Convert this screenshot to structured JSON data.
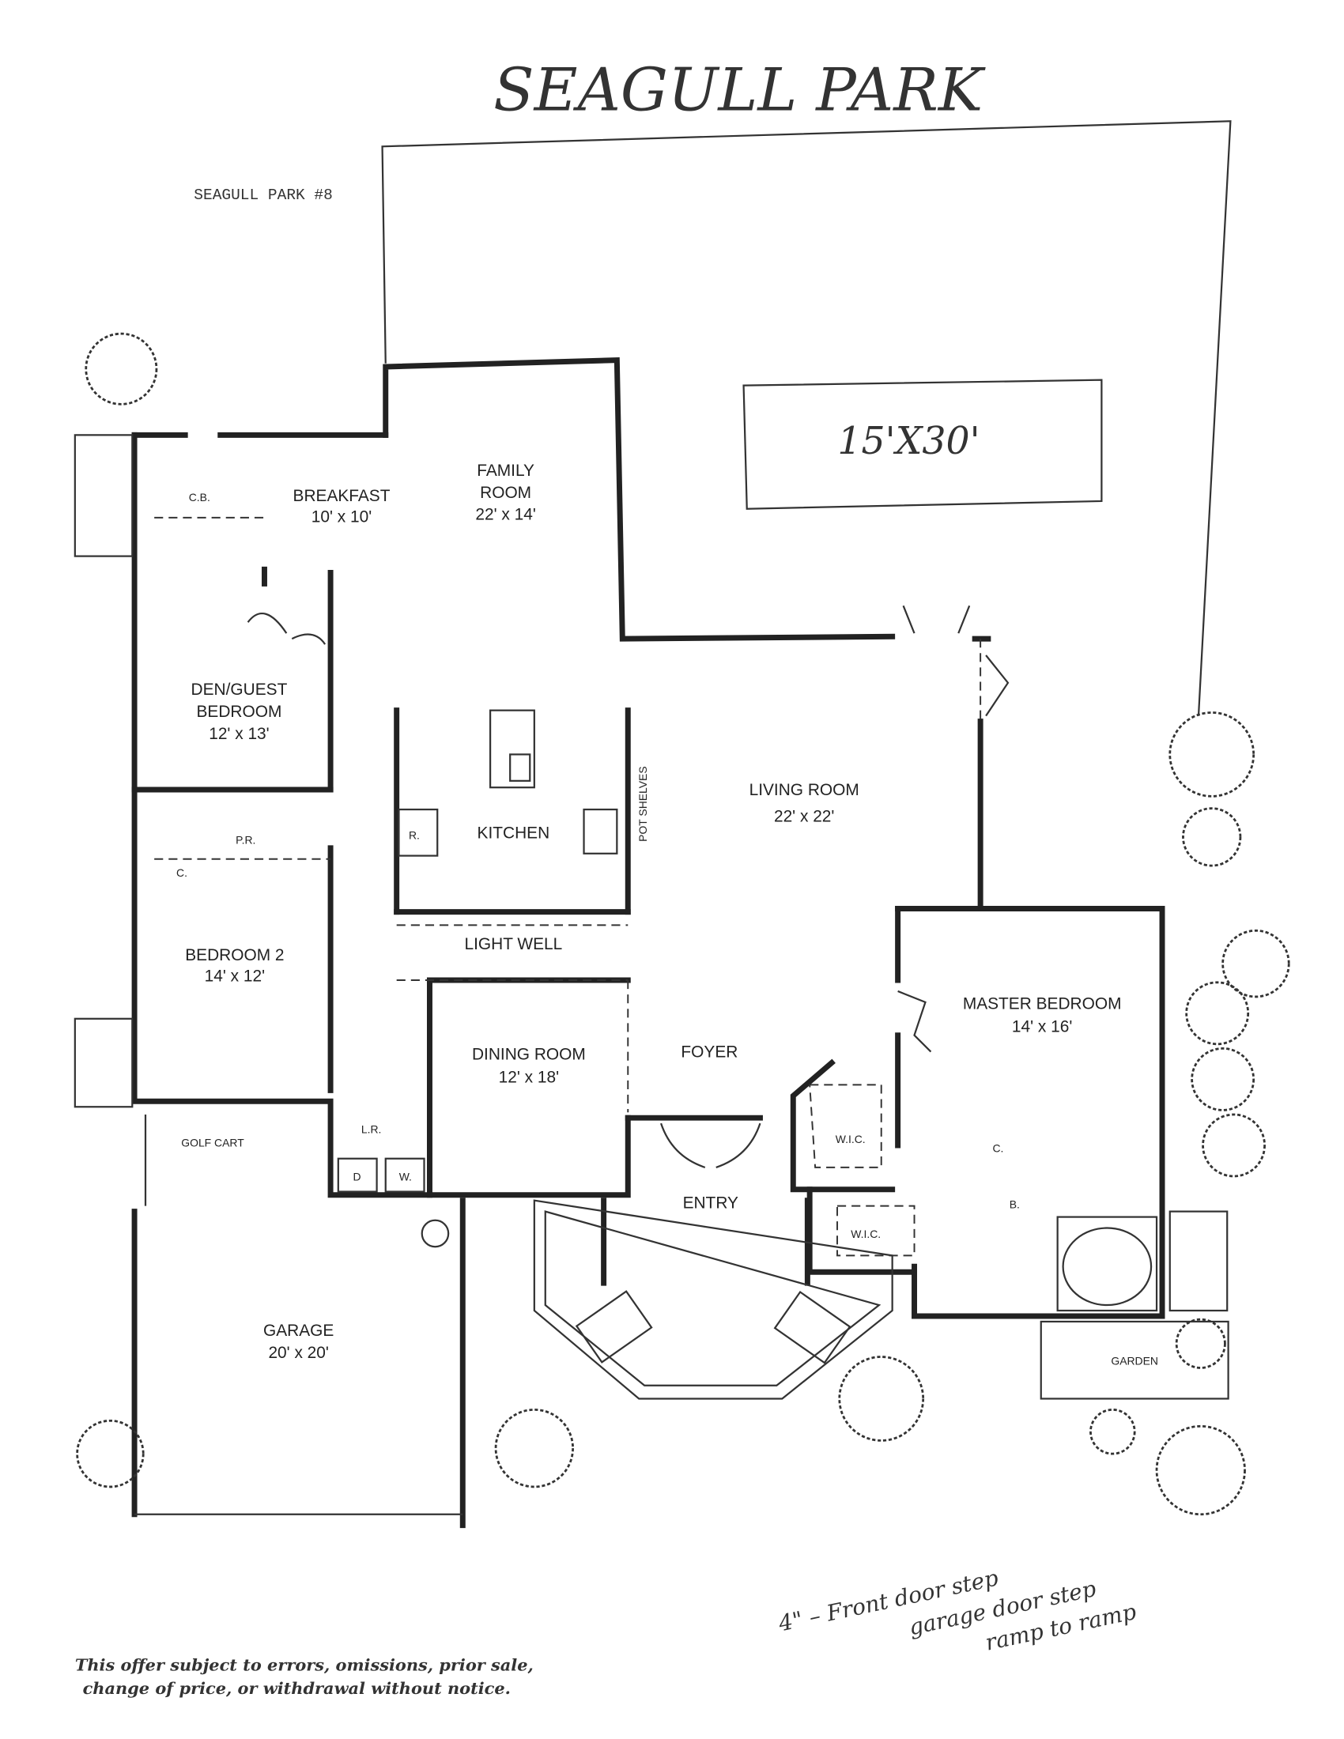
{
  "title_handwritten": "SEAGULL PARK",
  "plan_label": "SEAGULL PARK #8",
  "pool": {
    "size": "15'X30'"
  },
  "rooms": {
    "family_room": {
      "name_1": "FAMILY",
      "name_2": "ROOM",
      "size": "22' x 14'"
    },
    "breakfast": {
      "name": "BREAKFAST",
      "size": "10' x 10'"
    },
    "den": {
      "name_1": "DEN/GUEST",
      "name_2": "BEDROOM",
      "size": "12' x 13'"
    },
    "kitchen": {
      "name": "KITCHEN"
    },
    "living_room": {
      "name": "LIVING ROOM",
      "size": "22' x 22'"
    },
    "bedroom2": {
      "name": "BEDROOM 2",
      "size": "14' x 12'"
    },
    "master": {
      "name": "MASTER BEDROOM",
      "size": "14' x 16'"
    },
    "dining": {
      "name": "DINING ROOM",
      "size": "12' x 18'"
    },
    "foyer": {
      "name": "FOYER"
    },
    "entry": {
      "name": "ENTRY"
    },
    "garage": {
      "name": "GARAGE",
      "size": "20' x 20'"
    },
    "golf_cart": {
      "name": "GOLF CART"
    },
    "light_well": {
      "name": "LIGHT WELL"
    },
    "garden": {
      "name": "GARDEN"
    }
  },
  "small_labels": {
    "cb": "C.B.",
    "r": "R.",
    "pot_shelves": "POT SHELVES",
    "pr": "P.R.",
    "c1": "C.",
    "lr": "L.R.",
    "d": "D",
    "w": "W.",
    "wic1": "W.I.C.",
    "wic2": "W.I.C.",
    "c2": "C.",
    "b": "B."
  },
  "notes": {
    "line1": "4\" – Front door step",
    "line2": "garage door step",
    "line3": "ramp to ramp"
  },
  "disclaimer": {
    "line1": "This offer subject to errors, omissions, prior sale,",
    "line2": "change of price, or withdrawal without notice."
  }
}
